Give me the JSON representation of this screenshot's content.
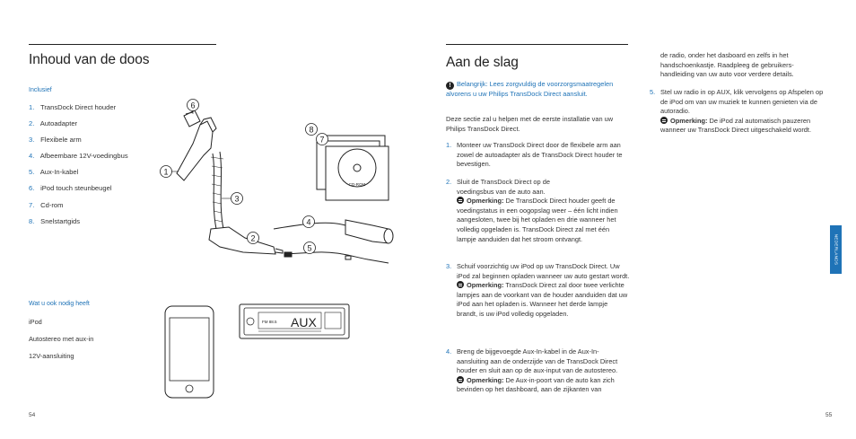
{
  "left_page": {
    "title": "Inhoud van de doos",
    "included_heading": "Inclusief",
    "items": [
      {
        "num": "1.",
        "label": "TransDock Direct houder"
      },
      {
        "num": "2.",
        "label": "Autoadapter"
      },
      {
        "num": "3.",
        "label": "Flexibele arm"
      },
      {
        "num": "4.",
        "label": "Afbeembare 12V-voedingbus"
      },
      {
        "num": "5.",
        "label": "Aux-In-kabel"
      },
      {
        "num": "6.",
        "label": "iPod touch steunbeugel"
      },
      {
        "num": "7.",
        "label": "Cd-rom"
      },
      {
        "num": "8.",
        "label": "Snelstartgids"
      }
    ],
    "needed_heading": "Wat u ook nodig heeft",
    "needed": [
      "iPod",
      "Autostereo met aux-in",
      "12V-aansluiting"
    ],
    "page_number": "54",
    "figure": {
      "callouts": [
        "1",
        "2",
        "3",
        "4",
        "5",
        "6",
        "7",
        "8"
      ],
      "cd_label": "CD-ROM",
      "stereo_label": "AUX",
      "stereo_display": "FM 88.5"
    }
  },
  "right_page": {
    "title": "Aan de slag",
    "important_label": "Belangrijk:",
    "important_text": " Lees zorgvuldig de voorzorgsmaatregelen alvorens u uw Philips TransDock Direct aansluit.",
    "intro": "Deze sectie zal u helpen met de eerste installatie van uw Philips TransDock Direct.",
    "note_label": "Opmerking:",
    "steps": [
      {
        "num": "1.",
        "text": "Monteer uw TransDock Direct door de flexibele arm aan zowel de autoadapter als de TransDock Direct houder te bevestigen.",
        "note": ""
      },
      {
        "num": "2.",
        "text": "Sluit de TransDock Direct op de voedingsbus van de auto aan.",
        "note": " De TransDock Direct houder geeft de voedingstatus in een oogopslag weer – één licht indien aangesloten, twee bij het opladen en drie wanneer het volledig opgeladen is. TransDock Direct zal met één lampje aanduiden dat het stroom ontvangt."
      },
      {
        "num": "3.",
        "text": "Schuif voorzichtig uw iPod op uw TransDock Direct. Uw iPod zal beginnen opladen wanneer uw auto gestart wordt.",
        "note": " TransDock Direct zal door twee verlichte lampjes aan de voorkant van de houder aanduiden dat uw iPod aan het opladen is. Wanneer het derde lampje brandt, is uw iPod volledig opgeladen."
      },
      {
        "num": "4.",
        "text": "Breng de bijgevoegde Aux-In-kabel in de Aux-In-aansluiting aan de onderzijde van de TransDock Direct houder en sluit aan op de aux-input van de autostereo.",
        "note": " De Aux-in-poort van de auto kan zich bevinden op het dashboard, aan de zijkanten van"
      }
    ],
    "col2_continuation": "de radio, onder het dasboard en zelfs in het handschoenkastje. Raadpleeg de gebruikers-handleiding van uw auto voor verdere details.",
    "step5": {
      "num": "5.",
      "text": "Stel uw radio in op AUX, klik vervolgens op Afspelen op de iPod om van uw muziek te kunnen genieten via de autoradio.",
      "note": " De iPod zal automatisch pauzeren wanneer uw TransDock Direct uitgeschakeld wordt."
    },
    "side_tab": "NEDERLANDS",
    "page_number": "55"
  }
}
